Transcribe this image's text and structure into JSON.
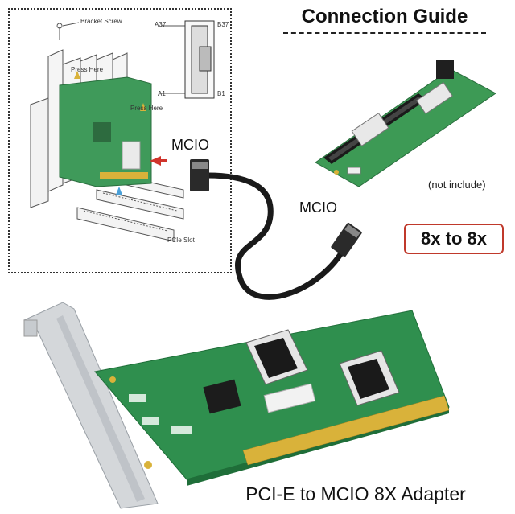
{
  "header": {
    "title": "Connection Guide"
  },
  "diagram": {
    "bracket_screw": "Bracket Screw",
    "press_here_1": "Press Here",
    "press_here_2": "Press Here",
    "pcie_slot": "PCIe Slot",
    "pin_a37": "A37",
    "pin_b37": "B37",
    "pin_a1": "A1",
    "pin_b1": "B1"
  },
  "labels": {
    "mcio_cable_top": "MCIO",
    "mcio_cable_mid": "MCIO",
    "not_include": "(not include)",
    "ratio": "8x to 8x",
    "caption": "PCI-E  to MCIO 8X Adapter"
  },
  "colors": {
    "pcb_green": "#2f8f4e",
    "pcb_dark": "#1f6e39",
    "gold": "#d9b23a",
    "bracket_silver": "#d4d7da",
    "red_accent": "#c0392b",
    "cable_black": "#1a1a1a"
  }
}
